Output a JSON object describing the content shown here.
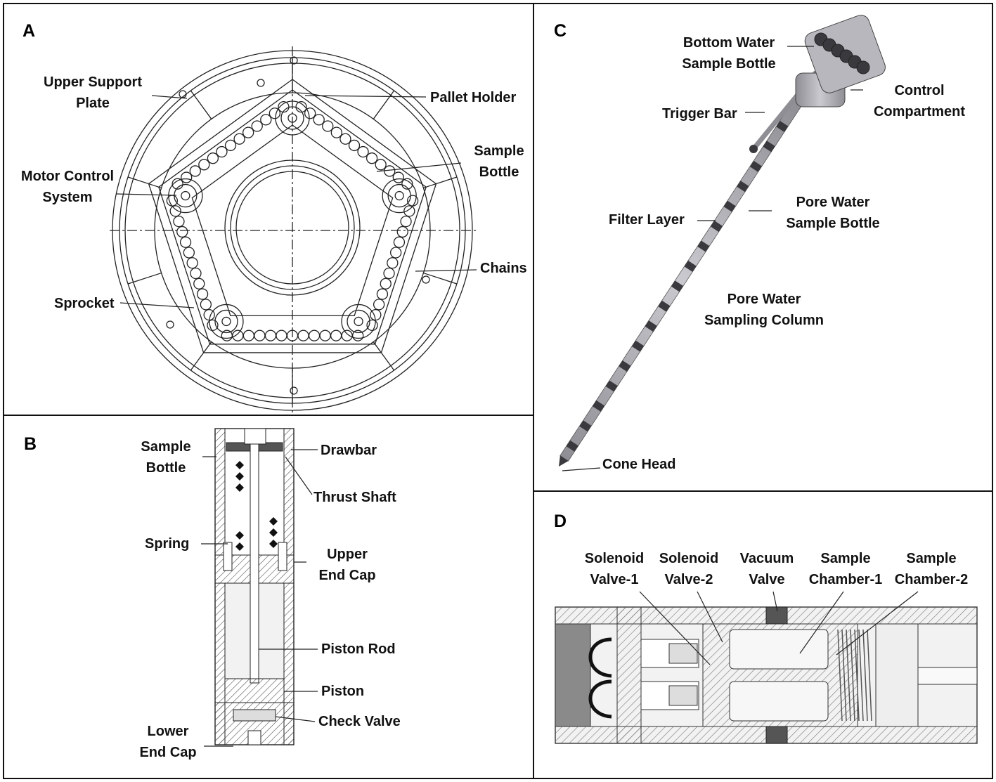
{
  "panels": {
    "a": {
      "letter": "A",
      "labels": {
        "upper_support_plate": "Upper Support\nPlate",
        "pallet_holder": "Pallet Holder",
        "sample_bottle": "Sample\nBottle",
        "motor_control_system": "Motor Control\nSystem",
        "chains": "Chains",
        "sprocket": "Sprocket"
      }
    },
    "b": {
      "letter": "B",
      "labels": {
        "sample_bottle": "Sample\nBottle",
        "drawbar": "Drawbar",
        "thrust_shaft": "Thrust Shaft",
        "spring": "Spring",
        "upper_end_cap": "Upper\nEnd Cap",
        "piston_rod": "Piston Rod",
        "piston": "Piston",
        "check_valve": "Check Valve",
        "lower_end_cap": "Lower\nEnd Cap"
      }
    },
    "c": {
      "letter": "C",
      "labels": {
        "bottom_water_sample_bottle": "Bottom Water\nSample Bottle",
        "control_compartment": "Control\nCompartment",
        "trigger_bar": "Trigger Bar",
        "filter_layer": "Filter Layer",
        "pore_water_sample_bottle": "Pore Water\nSample Bottle",
        "pore_water_sampling_column": "Pore Water\nSampling Column",
        "cone_head": "Cone Head"
      }
    },
    "d": {
      "letter": "D",
      "labels": {
        "solenoid_valve_1": "Solenoid\nValve-1",
        "solenoid_valve_2": "Solenoid\nValve-2",
        "vacuum_valve": "Vacuum\nValve",
        "sample_chamber_1": "Sample\nChamber-1",
        "sample_chamber_2": "Sample\nChamber-2"
      }
    }
  },
  "colors": {
    "line": "#222222",
    "metal": "#8e8e94",
    "metal_light": "#c9c9cf",
    "metal_dark": "#3a3a3e",
    "hatch": "#555555"
  }
}
